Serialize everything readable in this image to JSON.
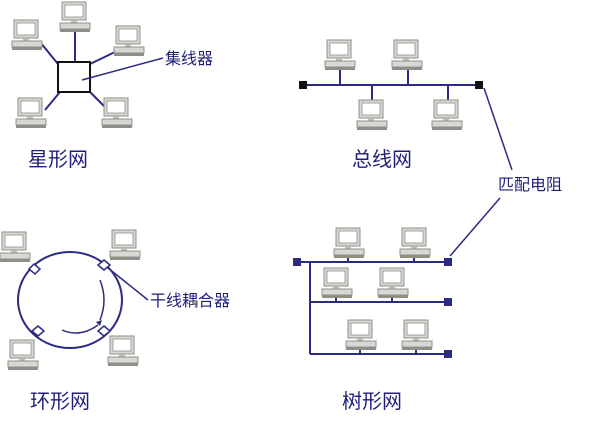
{
  "labels": {
    "star": "星形网",
    "bus": "总线网",
    "ring": "环形网",
    "tree": "树形网",
    "hub": "集线器",
    "terminator": "匹配电阻",
    "coupler": "干线耦合器"
  },
  "colors": {
    "line": "#2b2b82",
    "text": "#1f1f7a",
    "computer_body": "#d9d9d3",
    "computer_dark": "#8f8f8a",
    "screen": "#ffffff"
  }
}
